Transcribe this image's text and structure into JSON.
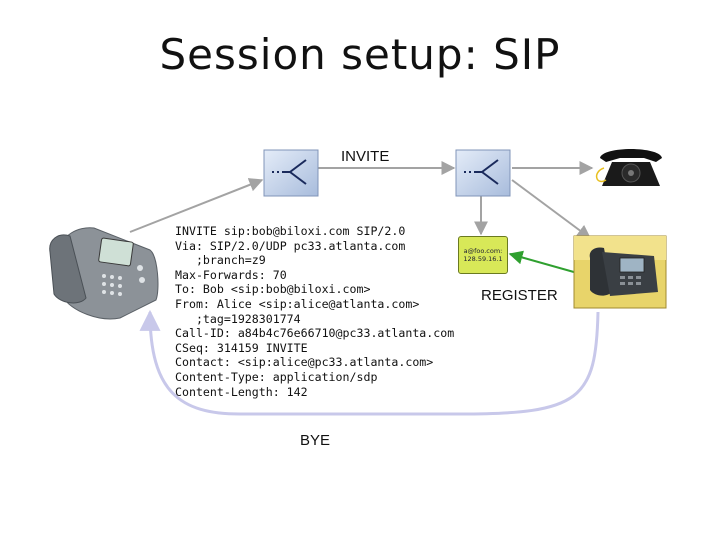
{
  "title": "Session setup: SIP",
  "labels": {
    "invite": "INVITE",
    "register": "REGISTER",
    "bye": "BYE"
  },
  "message_lines": [
    "INVITE sip:bob@biloxi.com SIP/2.0",
    "Via: SIP/2.0/UDP pc33.atlanta.com",
    "   ;branch=z9",
    "Max-Forwards: 70",
    "To: Bob <sip:bob@biloxi.com>",
    "From: Alice <sip:alice@atlanta.com>",
    "   ;tag=1928301774",
    "Call-ID: a84b4c76e66710@pc33.atlanta.com",
    "CSeq: 314159 INVITE",
    "Contact: <sip:alice@pc33.atlanta.com>",
    "Content-Type: application/sdp",
    "Content-Length: 142"
  ],
  "location_db": {
    "line1": "a@foo.com:",
    "line2": "128.59.16.1"
  },
  "colors": {
    "arrow": "#a3a3a3",
    "bye_arc": "#c8c8ea",
    "register_arrow": "#2fa02f",
    "proxy_box": "#b4c8e8",
    "db_box": "#d8e858"
  },
  "icons": {
    "proxy": "sip-proxy-icon",
    "caller_phone": "ip-desk-phone-icon",
    "callee_phone": "ip-phone-photo-icon",
    "legacy_phone": "rotary-telephone-icon"
  }
}
